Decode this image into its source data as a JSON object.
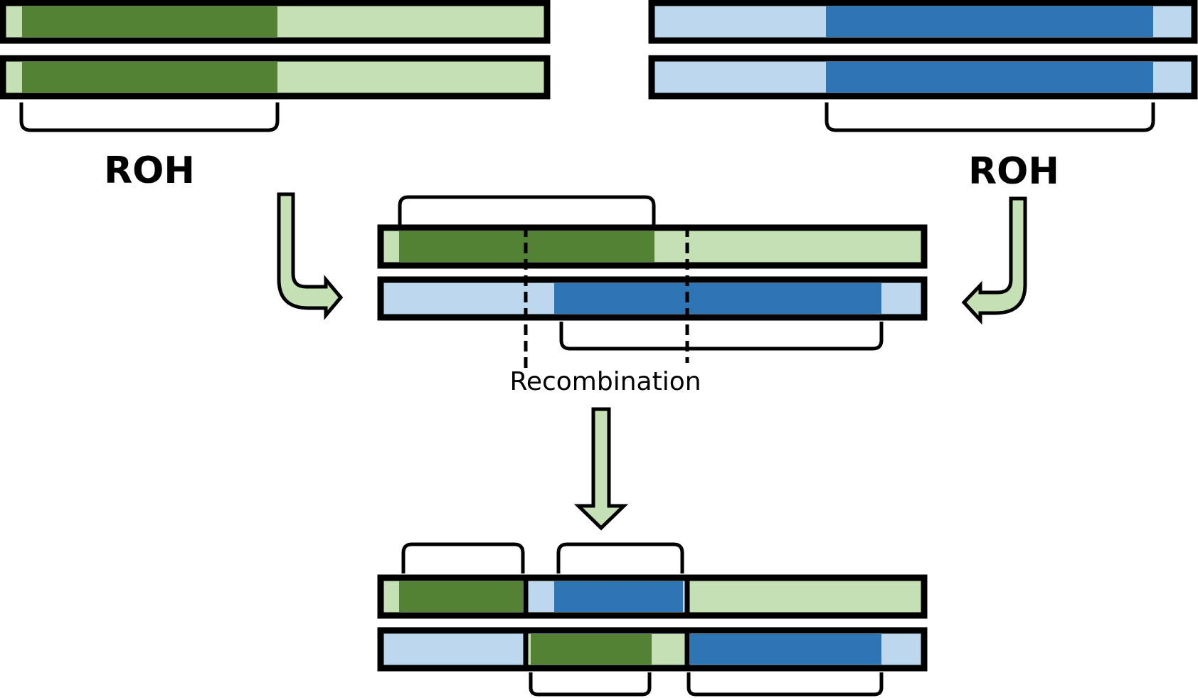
{
  "labels": {
    "roh_left": "ROH",
    "roh_right": "ROH",
    "recombination": "Recombination"
  },
  "colors": {
    "green_light": "#c5e0b4",
    "green_dark": "#548235",
    "blue_light": "#bdd7ee",
    "blue_dark": "#2e75b6",
    "outline": "#000000",
    "background": "#ffffff"
  }
}
